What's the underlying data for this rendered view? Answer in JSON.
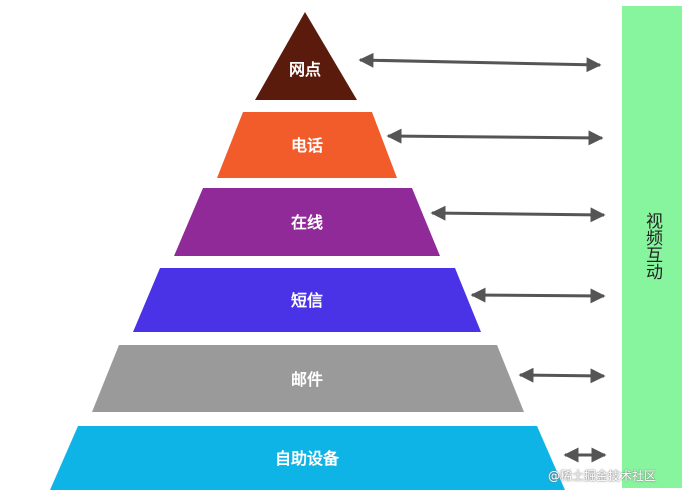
{
  "pyramid": {
    "tiers": [
      {
        "label": "网点",
        "color": "#5a1a0c"
      },
      {
        "label": "电话",
        "color": "#f25b2a"
      },
      {
        "label": "在线",
        "color": "#8f2a98"
      },
      {
        "label": "短信",
        "color": "#4a32e6"
      },
      {
        "label": "邮件",
        "color": "#9a9a9a"
      },
      {
        "label": "自助设备",
        "color": "#0fb4e6"
      }
    ]
  },
  "side_panel": {
    "label": "视频互动",
    "color": "#86f59e"
  },
  "arrow_color": "#555555",
  "watermark": "@稀土掘金技术社区"
}
